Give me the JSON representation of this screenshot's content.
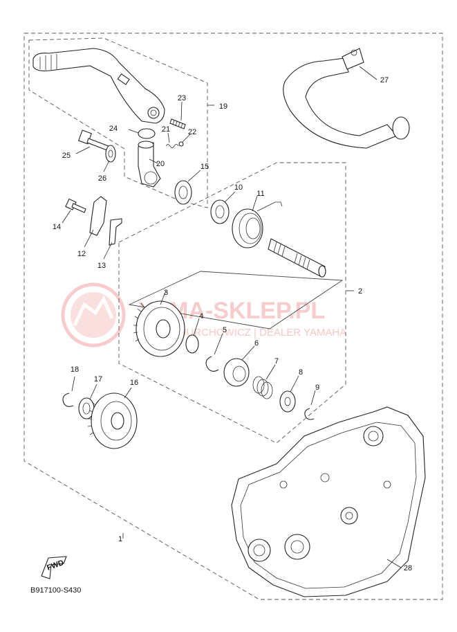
{
  "callouts": {
    "n1": "1",
    "n2": "2",
    "n3": "3",
    "n4": "4",
    "n5": "5",
    "n6": "6",
    "n7": "7",
    "n8": "8",
    "n9": "9",
    "n10": "10",
    "n11": "11",
    "n12": "12",
    "n13": "13",
    "n14": "14",
    "n15": "15",
    "n16": "16",
    "n17": "17",
    "n18": "18",
    "n19": "19",
    "n20": "20",
    "n21": "21",
    "n22": "22",
    "n23": "23",
    "n24": "24",
    "n25": "25",
    "n26": "26",
    "n27": "27",
    "n28": "28"
  },
  "fwd_label": "FWD",
  "reference_code": "B917100-S430",
  "watermark": {
    "brand": "YAMA-SKLEP.PL",
    "dealer": "JURCHOWICZ | DEALER YAMAHA",
    "color": "#f2a3a3"
  }
}
